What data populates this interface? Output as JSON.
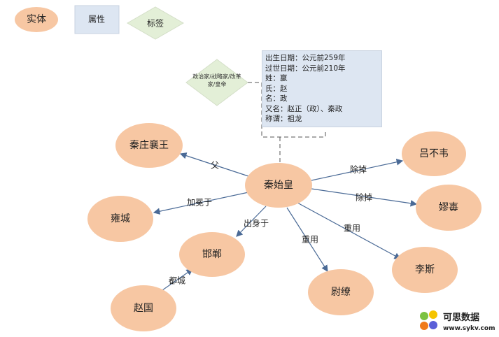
{
  "legend": {
    "entity": "实体",
    "attribute": "属性",
    "tag": "标签"
  },
  "tag_label": "政治家/战略家/改革家/皇帝",
  "attributes": [
    "出生日期：公元前259年",
    "过世日期：公元前210年",
    "姓：嬴",
    "氏：赵",
    "名：政",
    "又名：赵正（政）、秦政",
    "称谓：祖龙"
  ],
  "nodes": {
    "center": "秦始皇",
    "father": "秦庄襄王",
    "lvbuwei": "吕不韦",
    "laoai": "嫪毐",
    "yongcheng": "雍城",
    "handan": "邯郸",
    "zhaoguo": "赵国",
    "weiliao": "尉缭",
    "lisi": "李斯"
  },
  "edges": {
    "father": "父",
    "crowned": "加冕于",
    "born": "出身于",
    "employ1": "重用",
    "employ2": "重用",
    "remove1": "除掉",
    "remove2": "除掉",
    "capital": "都城"
  },
  "watermark": {
    "name": "可思数据",
    "url": "www.sykv.com"
  },
  "colors": {
    "entity": "#f7c7a3",
    "attribute": "#dde6f2",
    "tag": "#e3efd7",
    "edge": "#4a6a96"
  }
}
